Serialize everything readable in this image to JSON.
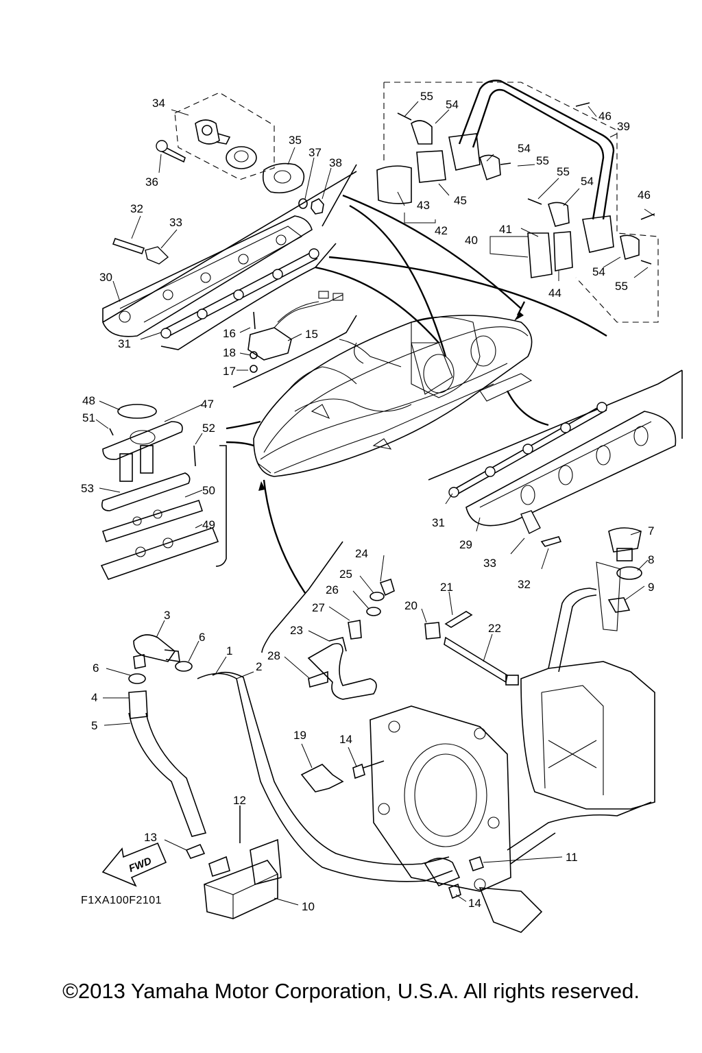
{
  "diagram": {
    "callouts": [
      "1",
      "2",
      "3",
      "4",
      "5",
      "6",
      "6",
      "7",
      "8",
      "9",
      "10",
      "11",
      "12",
      "13",
      "14",
      "14",
      "15",
      "16",
      "17",
      "18",
      "19",
      "20",
      "21",
      "22",
      "23",
      "24",
      "25",
      "26",
      "27",
      "28",
      "29",
      "30",
      "31",
      "31",
      "32",
      "32",
      "33",
      "33",
      "34",
      "35",
      "36",
      "37",
      "38",
      "39",
      "40",
      "41",
      "42",
      "43",
      "44",
      "45",
      "46",
      "46",
      "47",
      "48",
      "49",
      "50",
      "51",
      "52",
      "53",
      "54",
      "54",
      "54",
      "54",
      "55",
      "55",
      "55",
      "55"
    ],
    "figure_code": "F1XA100F2101",
    "fwd_label": "FWD"
  },
  "footer": {
    "copyright": "©2013 Yamaha Motor Corporation, U.S.A. All rights reserved."
  }
}
